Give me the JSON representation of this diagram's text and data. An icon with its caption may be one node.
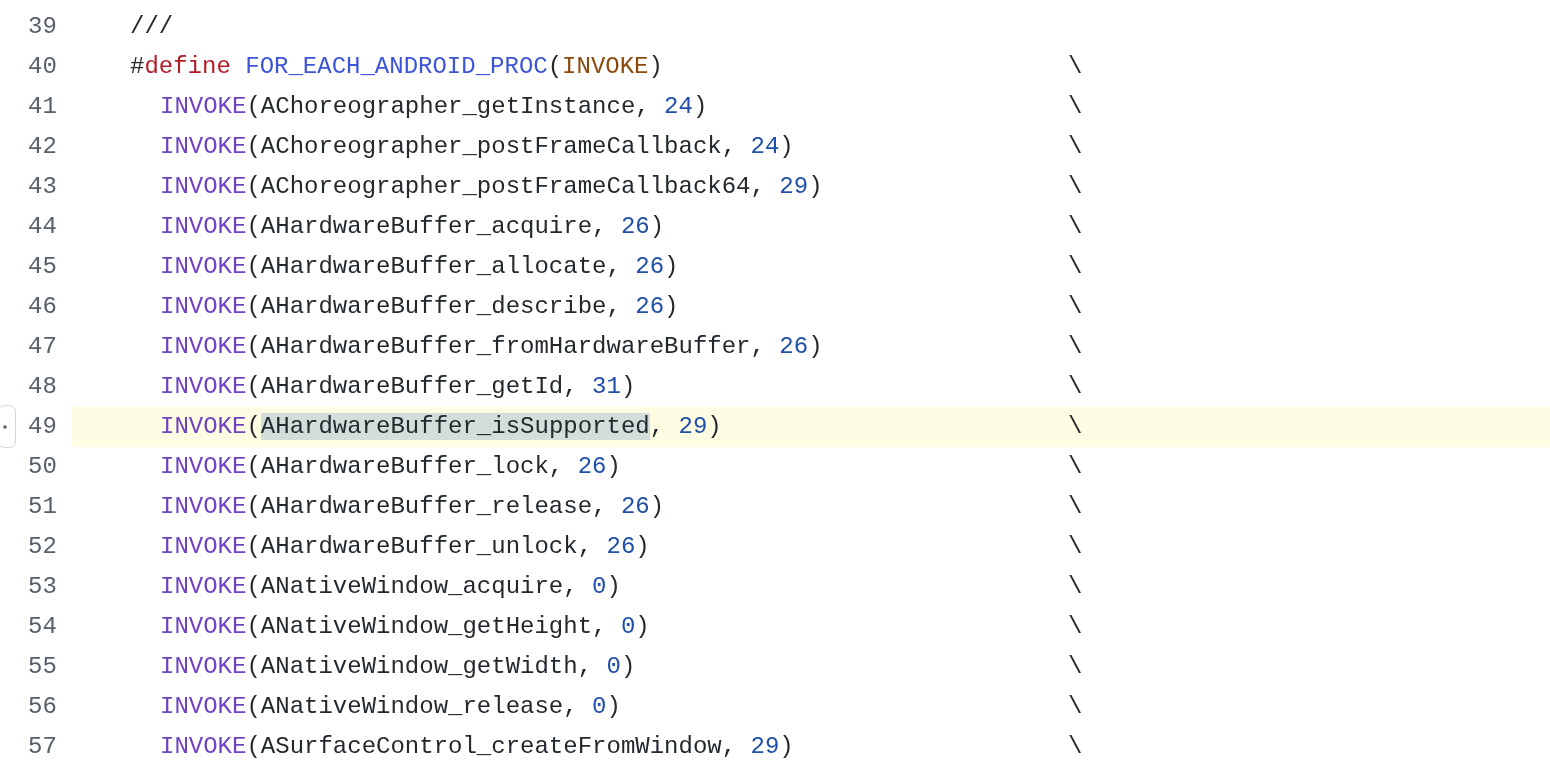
{
  "diagram": {
    "labels": [
      "39",
      "///",
      "40",
      "#define FOR_EACH_ANDROID_PROC(INVOKE)",
      "\\",
      "41",
      "INVOKE(AChoreographer_getInstance, 24)",
      "\\",
      "42",
      "INVOKE(AChoreographer_postFrameCallback, 24)",
      "\\",
      "43",
      "INVOKE(AChoreographer_postFrameCallback64, 29)",
      "\\",
      "44",
      "INVOKE(AHardwareBuffer_acquire, 26)",
      "\\",
      "45",
      "INVOKE(AHardwareBuffer_allocate, 26)",
      "\\",
      "46",
      "INVOKE(AHardwareBuffer_describe, 26)",
      "\\",
      "47",
      "INVOKE(AHardwareBuffer_fromHardwareBuffer, 26)",
      "\\",
      "48",
      "INVOKE(AHardwareBuffer_getId, 31)",
      "\\",
      "49",
      "INVOKE(AHardwareBuffer_isSupported, 29)",
      "\\",
      "50",
      "INVOKE(AHardwareBuffer_lock, 26)",
      "\\",
      "51",
      "INVOKE(AHardwareBuffer_release, 26)",
      "\\",
      "52",
      "INVOKE(AHardwareBuffer_unlock, 26)",
      "\\",
      "53",
      "INVOKE(ANativeWindow_acquire, 0)",
      "\\",
      "54",
      "INVOKE(ANativeWindow_getHeight, 0)",
      "\\",
      "55",
      "INVOKE(ANativeWindow_getWidth, 0)",
      "\\",
      "56",
      "INVOKE(ANativeWindow_release, 0)",
      "\\",
      "57",
      "INVOKE(ASurfaceControl_createFromWindow, 29)",
      "\\"
    ]
  }
}
